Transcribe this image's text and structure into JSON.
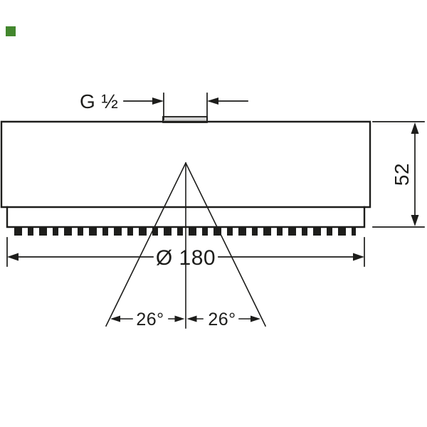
{
  "drawing": {
    "labels": {
      "thread_size": "G ½",
      "height": "52",
      "diameter": "Ø 180",
      "angle_left": "26°",
      "angle_right": "26°"
    },
    "colors": {
      "line": "#1d1d1b",
      "connector_fill": "#d6d6d6",
      "brand_green": "#43872e",
      "background": "#ffffff"
    }
  }
}
